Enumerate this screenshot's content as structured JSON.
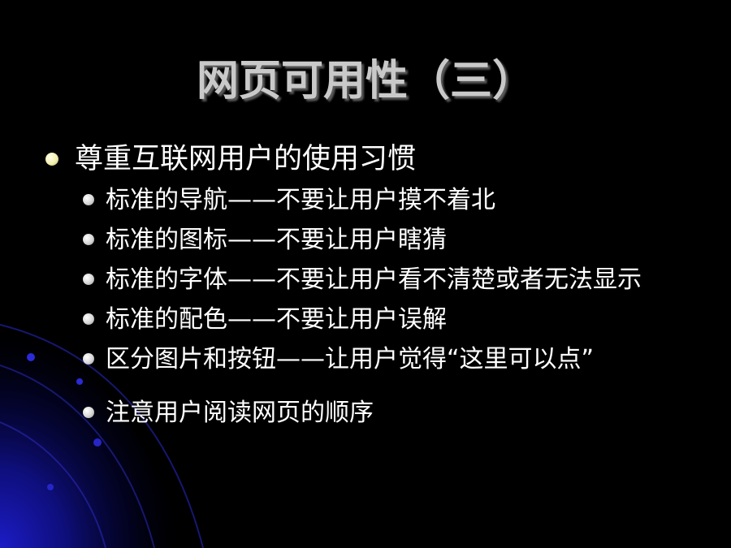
{
  "slide": {
    "title": "网页可用性（三）",
    "colors": {
      "background": "#000000",
      "title": "#c9c9c9",
      "text": "#ffffff",
      "accent_blue": "#1a1aa8",
      "level1_bullet": "#f4f0b0"
    },
    "level1": {
      "text": "尊重互联网用户的使用习惯"
    },
    "items": [
      {
        "text": "标准的导航——不要让用户摸不着北"
      },
      {
        "text": "标准的图标——不要让用户瞎猜"
      },
      {
        "text": "标准的字体——不要让用户看不清楚或者无法显示"
      },
      {
        "text": "标准的配色——不要让用户误解"
      },
      {
        "text": "区分图片和按钮——让用户觉得“这里可以点”"
      },
      {
        "text": "注意用户阅读网页的顺序"
      }
    ]
  }
}
